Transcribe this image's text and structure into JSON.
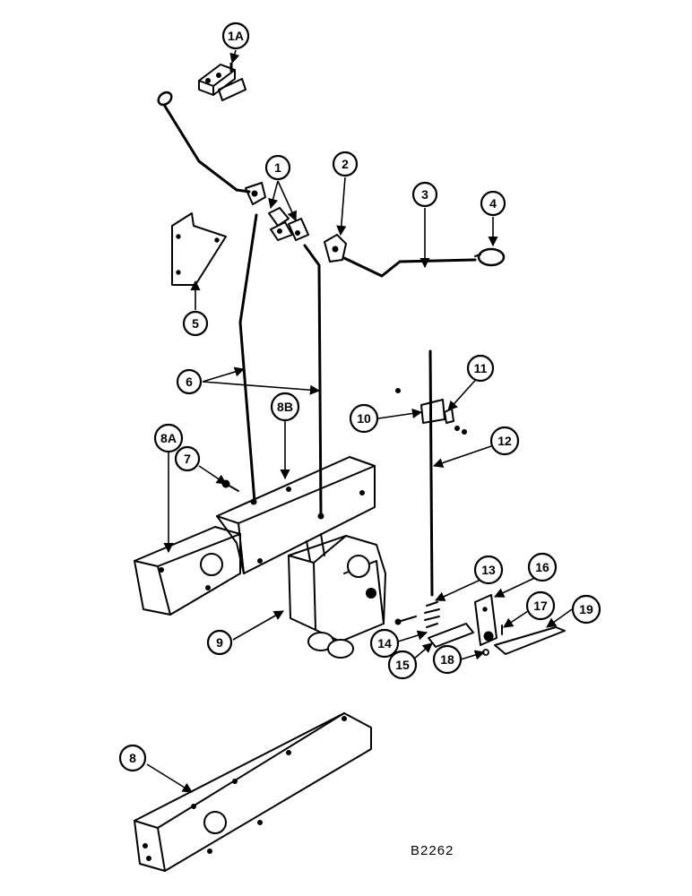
{
  "callouts": {
    "c1a": "1A",
    "c1": "1",
    "c2": "2",
    "c3": "3",
    "c4": "4",
    "c5": "5",
    "c6": "6",
    "c7": "7",
    "c8": "8",
    "c8a": "8A",
    "c8b": "8B",
    "c9": "9",
    "c10": "10",
    "c11": "11",
    "c12": "12",
    "c13": "13",
    "c14": "14",
    "c15": "15",
    "c16": "16",
    "c17": "17",
    "c18": "18",
    "c19": "19"
  },
  "drawing_id": "B2262"
}
